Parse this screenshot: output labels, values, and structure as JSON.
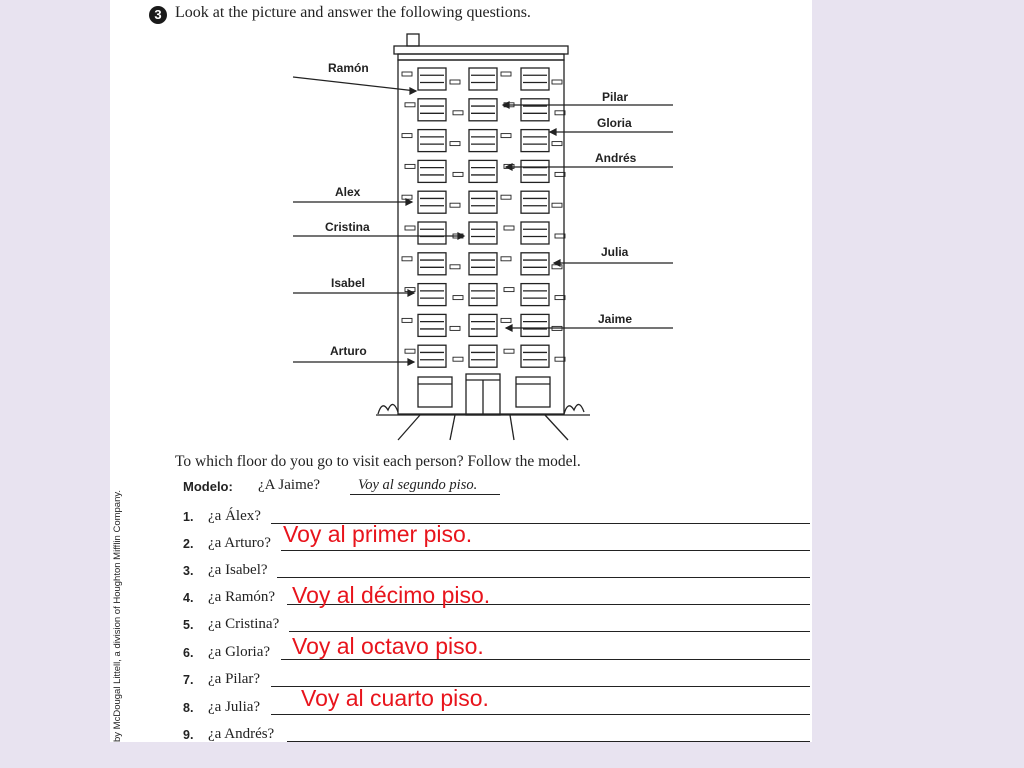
{
  "exercise": {
    "number": "3",
    "title": "Look at the picture and answer the following questions."
  },
  "names_left": [
    "Ramón",
    "Alex",
    "Cristina",
    "Isabel",
    "Arturo"
  ],
  "names_right": [
    "Pilar",
    "Gloria",
    "Andrés",
    "Julia",
    "Jaime"
  ],
  "instruction": "To which floor do you go to visit each person? Follow the model.",
  "model": {
    "label": "Modelo:",
    "question": "¿A Jaime?",
    "answer": "Voy al segundo piso."
  },
  "questions": [
    {
      "num": "1.",
      "text": "¿a Álex?"
    },
    {
      "num": "2.",
      "text": "¿a Arturo?"
    },
    {
      "num": "3.",
      "text": "¿a Isabel?"
    },
    {
      "num": "4.",
      "text": "¿a Ramón?"
    },
    {
      "num": "5.",
      "text": "¿a Cristina?"
    },
    {
      "num": "6.",
      "text": "¿a Gloria?"
    },
    {
      "num": "7.",
      "text": "¿a Pilar?"
    },
    {
      "num": "8.",
      "text": "¿a Julia?"
    },
    {
      "num": "9.",
      "text": "¿a Andrés?"
    }
  ],
  "answers": {
    "a1": "Voy al primer piso.",
    "a4": "Voy al décimo piso.",
    "a6": "Voy al octavo piso.",
    "a8": "Voy al cuarto piso."
  },
  "side_credit": "by McDougal Littell, a division of Houghton Mifflin Company.",
  "colors": {
    "answer_text": "#e8141c",
    "background": "#e8e3f0",
    "sheet": "#ffffff"
  }
}
